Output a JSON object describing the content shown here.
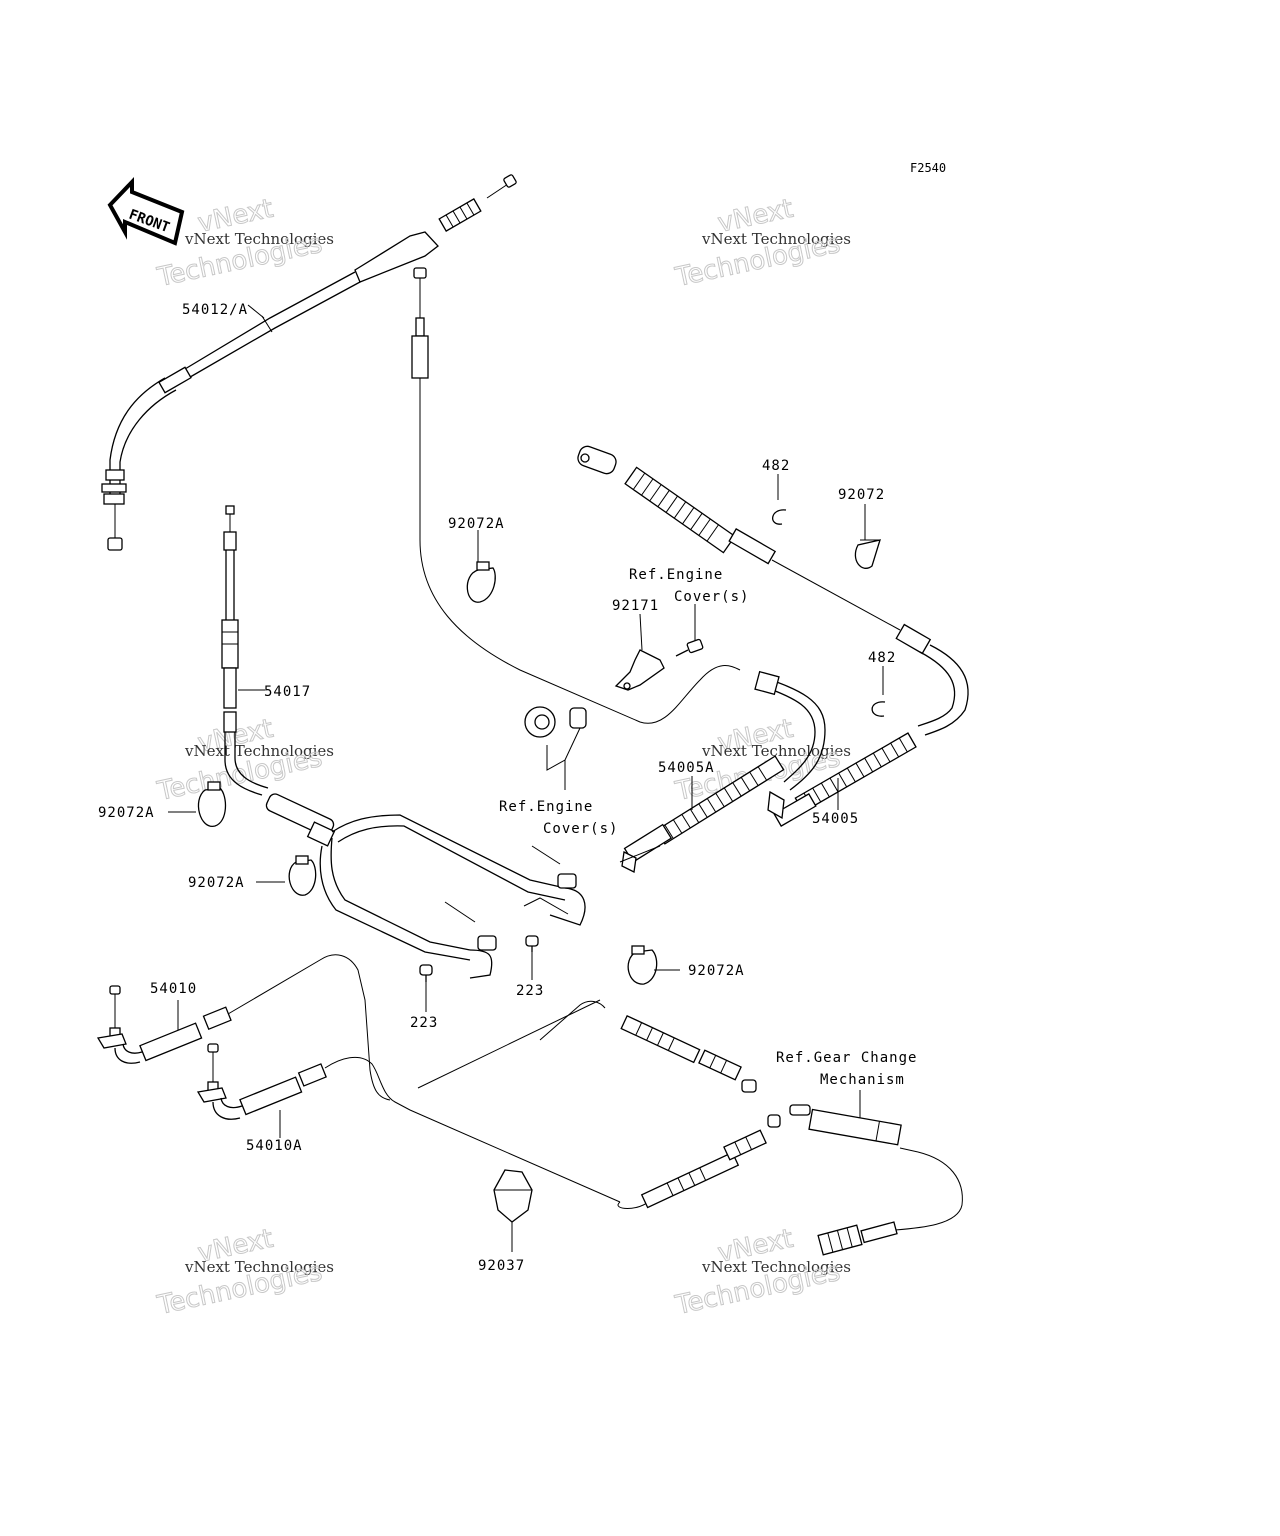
{
  "figure_code": "F2540",
  "front_label": "FRONT",
  "watermark": {
    "line1": "vNext",
    "line2": "vNext Technologies",
    "line3": "Technologies"
  },
  "labels": {
    "p54012A": "54012/A",
    "p54017": "54017",
    "p92072A_top": "92072A",
    "p92072A_left": "92072A",
    "p92072A_mid": "92072A",
    "p92072A_right": "92072A",
    "p482_top": "482",
    "p482_mid": "482",
    "p92072": "92072",
    "p92171": "92171",
    "p54005A": "54005A",
    "p54005": "54005",
    "p223_a": "223",
    "p223_b": "223",
    "p54010": "54010",
    "p54010A": "54010A",
    "p92037": "92037"
  },
  "refs": {
    "engine_cover_top_1": "Ref.Engine",
    "engine_cover_top_2": "Cover(s)",
    "engine_cover_mid_1": "Ref.Engine",
    "engine_cover_mid_2": "Cover(s)",
    "gear_change_1": "Ref.Gear Change",
    "gear_change_2": "Mechanism"
  }
}
